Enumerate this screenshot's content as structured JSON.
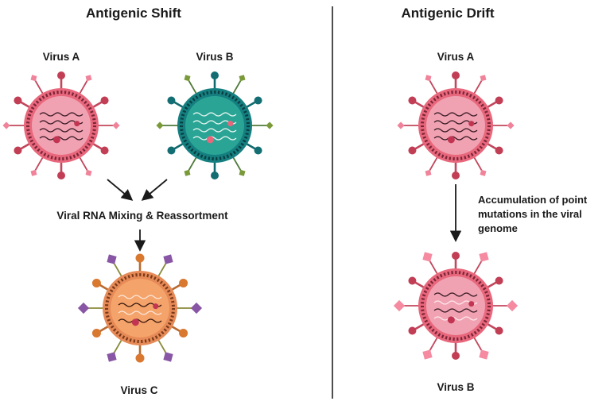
{
  "shift": {
    "title": "Antigenic Shift",
    "virus_a_label": "Virus A",
    "virus_b_label": "Virus B",
    "mixing_label": "Viral RNA Mixing & Reassortment",
    "virus_c_label": "Virus C"
  },
  "drift": {
    "title": "Antigenic Drift",
    "virus_a_label": "Virus A",
    "mutation_lines": [
      "Accumulation of point",
      "mutations in the viral",
      "genome"
    ],
    "virus_b_label": "Virus B"
  },
  "colors": {
    "red_body": "#e8677c",
    "red_inner": "#f0a2b2",
    "red_spike": "#c2465c",
    "red_head_round": "#c23e55",
    "red_head_square": "#f0839a",
    "teal_body": "#157f80",
    "teal_inner": "#2aa595",
    "teal_head_round": "#136e73",
    "teal_head_square": "#7a9a3a",
    "orange_body": "#e68a57",
    "orange_inner": "#f4a36a",
    "orange_head_round": "#d9782f",
    "orange_head_square": "#8856a4",
    "drift_square_head": "#f58aa0"
  }
}
